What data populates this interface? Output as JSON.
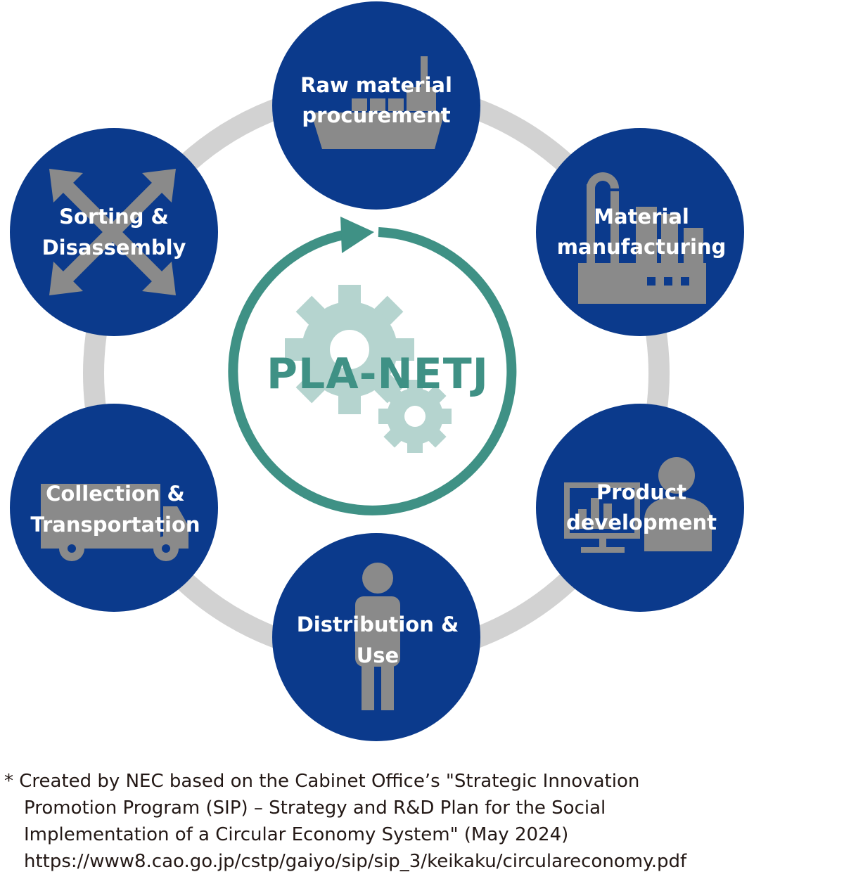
{
  "diagram": {
    "center": {
      "label": "PLA-NETJ"
    },
    "nodes": [
      {
        "id": "raw-material",
        "icon": "cargo-ship-icon",
        "lines": [
          "Raw material",
          "procurement"
        ]
      },
      {
        "id": "material-manufacturing",
        "icon": "factory-icon",
        "lines": [
          "Material",
          "manufacturing"
        ]
      },
      {
        "id": "product-development",
        "icon": "person-at-monitor-icon",
        "lines": [
          "Product",
          "development"
        ]
      },
      {
        "id": "distribution-use",
        "icon": "person-icon",
        "lines": [
          "Distribution &",
          "Use"
        ]
      },
      {
        "id": "collection-transportation",
        "icon": "truck-icon",
        "lines": [
          "Collection &",
          "Transportation"
        ]
      },
      {
        "id": "sorting-disassembly",
        "icon": "four-way-arrows-icon",
        "lines": [
          "Sorting &",
          "Disassembly"
        ]
      }
    ],
    "colors": {
      "node_fill": "#0b3a8c",
      "ring": "#d2d2d2",
      "accent": "#3f9185",
      "gear": "#b5d4cf",
      "icon": "#8a8a8a"
    }
  },
  "footnote": {
    "lines": [
      "* Created by NEC based on the Cabinet Office’s \"Strategic Innovation",
      "Promotion Program (SIP) – Strategy and R&D Plan for the Social",
      "Implementation of a Circular Economy System\" (May 2024)",
      "https://www8.cao.go.jp/cstp/gaiyo/sip/sip_3/keikaku/circulareconomy.pdf"
    ]
  }
}
